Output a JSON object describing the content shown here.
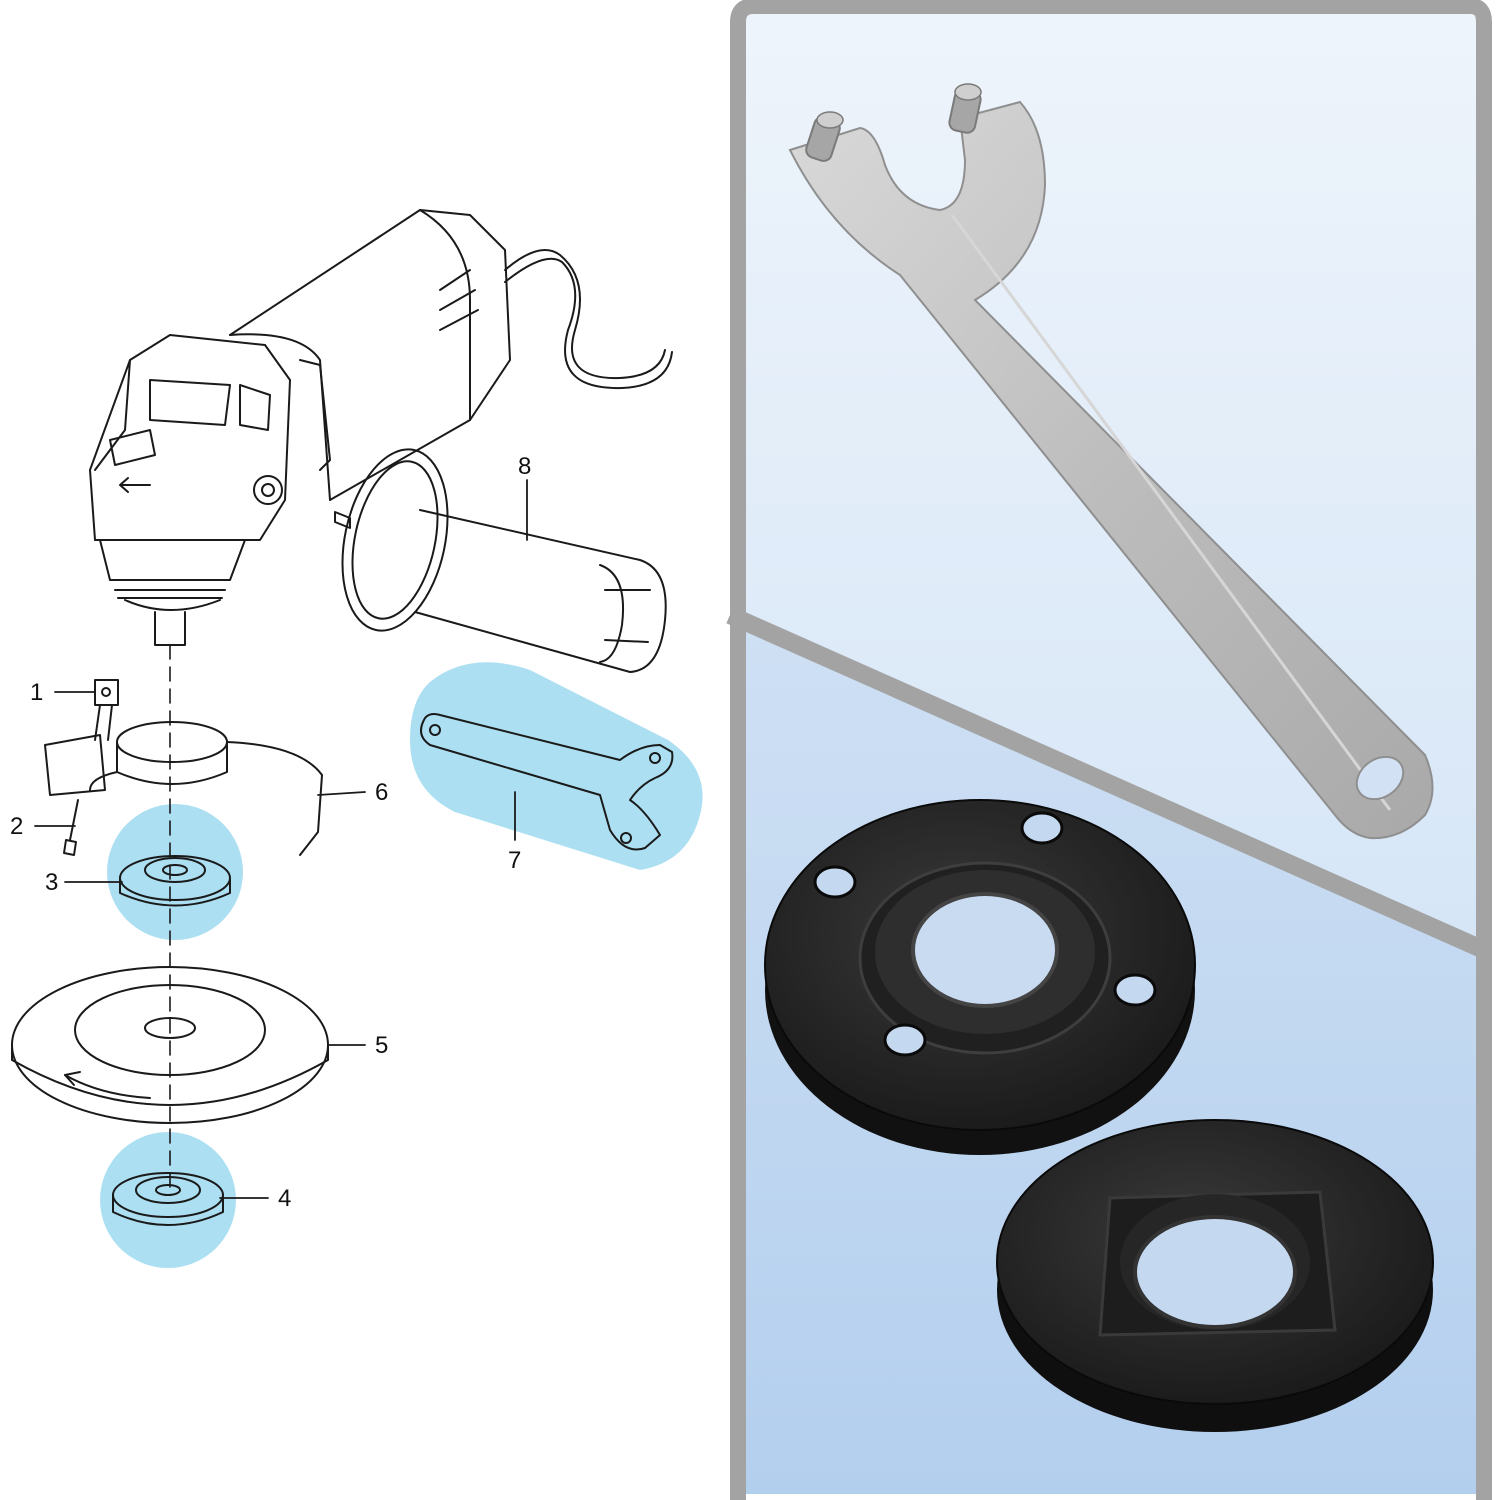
{
  "diagram": {
    "callouts": [
      {
        "id": "1",
        "label": "1"
      },
      {
        "id": "2",
        "label": "2"
      },
      {
        "id": "3",
        "label": "3"
      },
      {
        "id": "4",
        "label": "4"
      },
      {
        "id": "5",
        "label": "5"
      },
      {
        "id": "6",
        "label": "6"
      },
      {
        "id": "7",
        "label": "7"
      },
      {
        "id": "8",
        "label": "8"
      }
    ],
    "highlight_color": "#9dd9f0",
    "line_color": "#1a1a1a"
  },
  "photo_panel": {
    "border_color": "#a3a3a3",
    "background_top": "#e7f0fa",
    "background_bottom": "#b9d3f0",
    "wrench_color": "#c6c6c6",
    "flange_color": "#2b2b2b"
  }
}
